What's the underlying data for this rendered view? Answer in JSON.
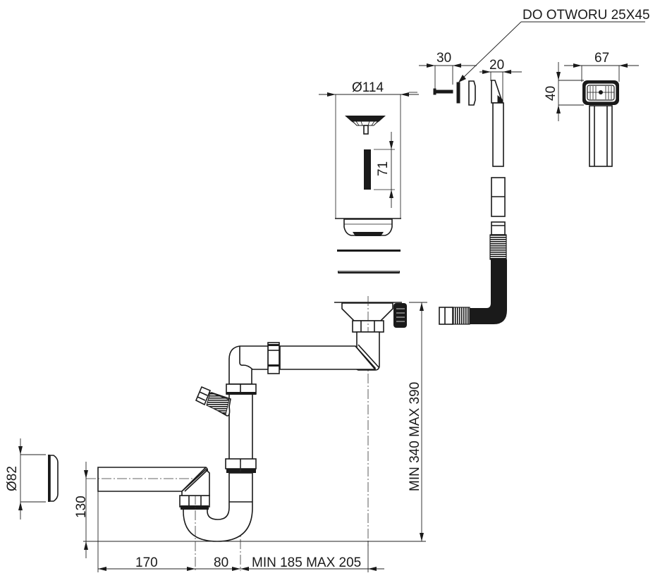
{
  "diagram": {
    "title": "Sink siphon with overflow - technical drawing",
    "colors": {
      "line": "#1a1a1a",
      "background": "#ffffff"
    },
    "callouts": {
      "overflow_hole": "DO OTWORU 25X45"
    },
    "dimensions": {
      "strainer_diameter": "Ø114",
      "plug_height": "71",
      "screw_length": "30",
      "overflow_cover_width": "20",
      "overflow_head_width": "67",
      "overflow_head_height": "40",
      "wall_rosette_diameter": "Ø82",
      "outlet_height": "130",
      "outlet_pipe_length": "170",
      "trap_offset": "80",
      "horizontal_reach": "MIN 185 MAX 205",
      "vertical_height": "MIN 340 MAX 390"
    },
    "components": [
      "overflow-callout",
      "overflow-screw",
      "overflow-gasket",
      "overflow-nut",
      "overflow-cover",
      "overflow-head-front-view",
      "strainer-basket",
      "plug-stem",
      "drain-flange",
      "sealing-gasket-top",
      "sealing-gasket-bottom",
      "drain-body",
      "overflow-connector",
      "horizontal-arm",
      "elbow",
      "washing-machine-inlet",
      "vertical-pipe",
      "u-trap",
      "outlet-pipe",
      "wall-rosette",
      "overflow-pipe-sections",
      "overflow-flexible-hose"
    ]
  }
}
